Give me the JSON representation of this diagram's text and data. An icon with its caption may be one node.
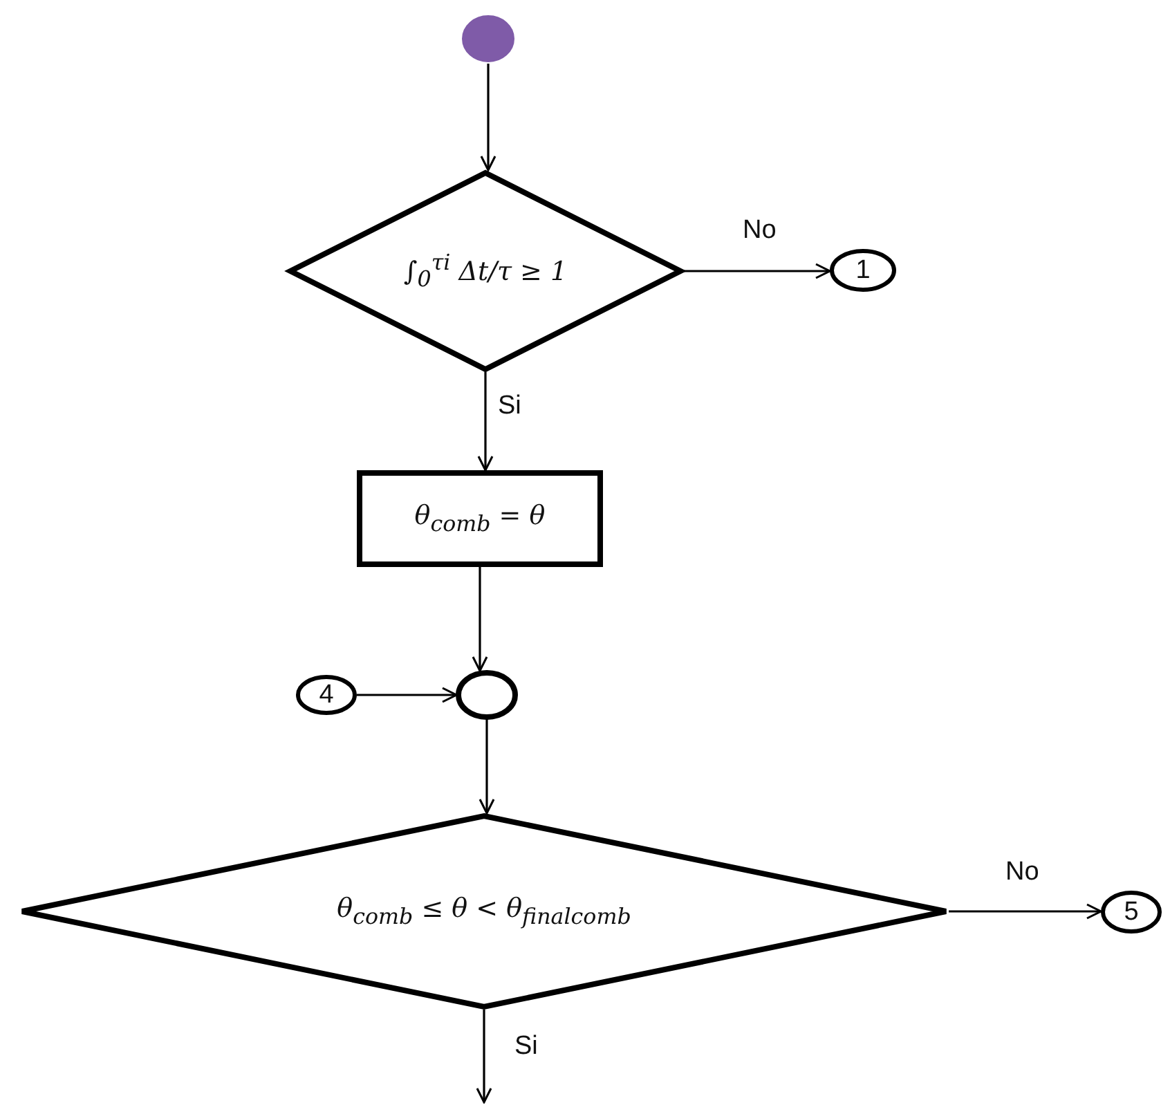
{
  "diagram": {
    "nodes": [
      {
        "text": [],
        "shape": "circle"
      },
      {
        "text": [
          "∫$_{0}$$^{τi}$ Δt/τ ≥ 1"
        ]
      },
      {
        "text": [
          "1"
        ]
      },
      {
        "text": [
          "θ$_{comb}$ = θ"
        ]
      },
      {
        "text": [
          "4"
        ]
      },
      {
        "text": [],
        "shape": "circle"
      },
      {
        "text": [
          "θ$_{comb}$ ≤ θ < θ$_{finalcomb}$"
        ]
      },
      {
        "text": [
          "5"
        ]
      }
    ],
    "edges": [
      {
        "from": 0,
        "to": 1,
        "arrow": "to"
      },
      {
        "from": 1,
        "to": 2,
        "arrow": "to",
        "label": "No"
      },
      {
        "from": 1,
        "to": 3,
        "arrow": "to",
        "label": "Si"
      },
      {
        "from": 3,
        "to": 5,
        "arrow": "to"
      },
      {
        "from": 4,
        "to": 5,
        "arrow": "to"
      },
      {
        "from": 5,
        "to": 6,
        "arrow": "to"
      },
      {
        "from": 6,
        "to": 7,
        "arrow": "to",
        "label": "No"
      },
      {
        "from": 6,
        "to": null,
        "arrow": "to",
        "label": "Si"
      }
    ]
  }
}
